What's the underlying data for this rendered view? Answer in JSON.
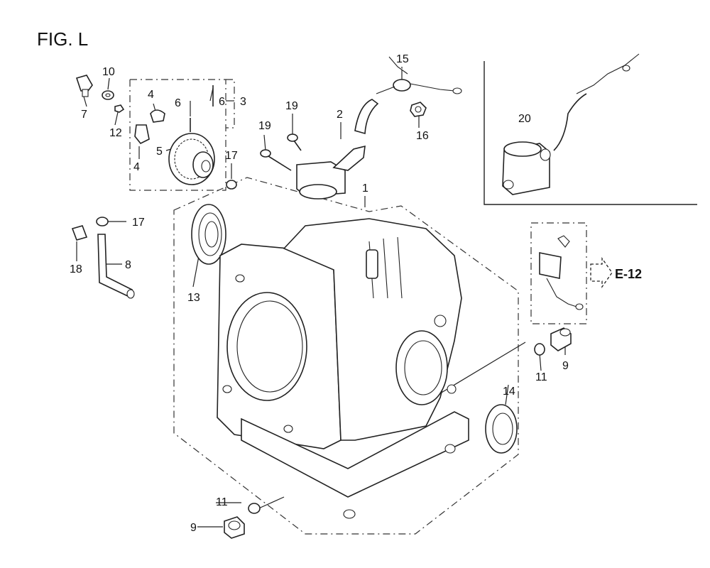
{
  "figure": {
    "title": "FIG. L",
    "callouts": {
      "c1": "1",
      "c2": "2",
      "c3": "3",
      "c4a": "4",
      "c4b": "4",
      "c5": "5",
      "c6a": "6",
      "c6b": "6",
      "c7": "7",
      "c8": "8",
      "c9a": "9",
      "c9b": "9",
      "c10": "10",
      "c11a": "11",
      "c11b": "11",
      "c12": "12",
      "c13": "13",
      "c14": "14",
      "c15": "15",
      "c16": "16",
      "c17a": "17",
      "c17b": "17",
      "c18": "18",
      "c19a": "19",
      "c19b": "19",
      "c20": "20"
    },
    "reference": "E-12"
  }
}
